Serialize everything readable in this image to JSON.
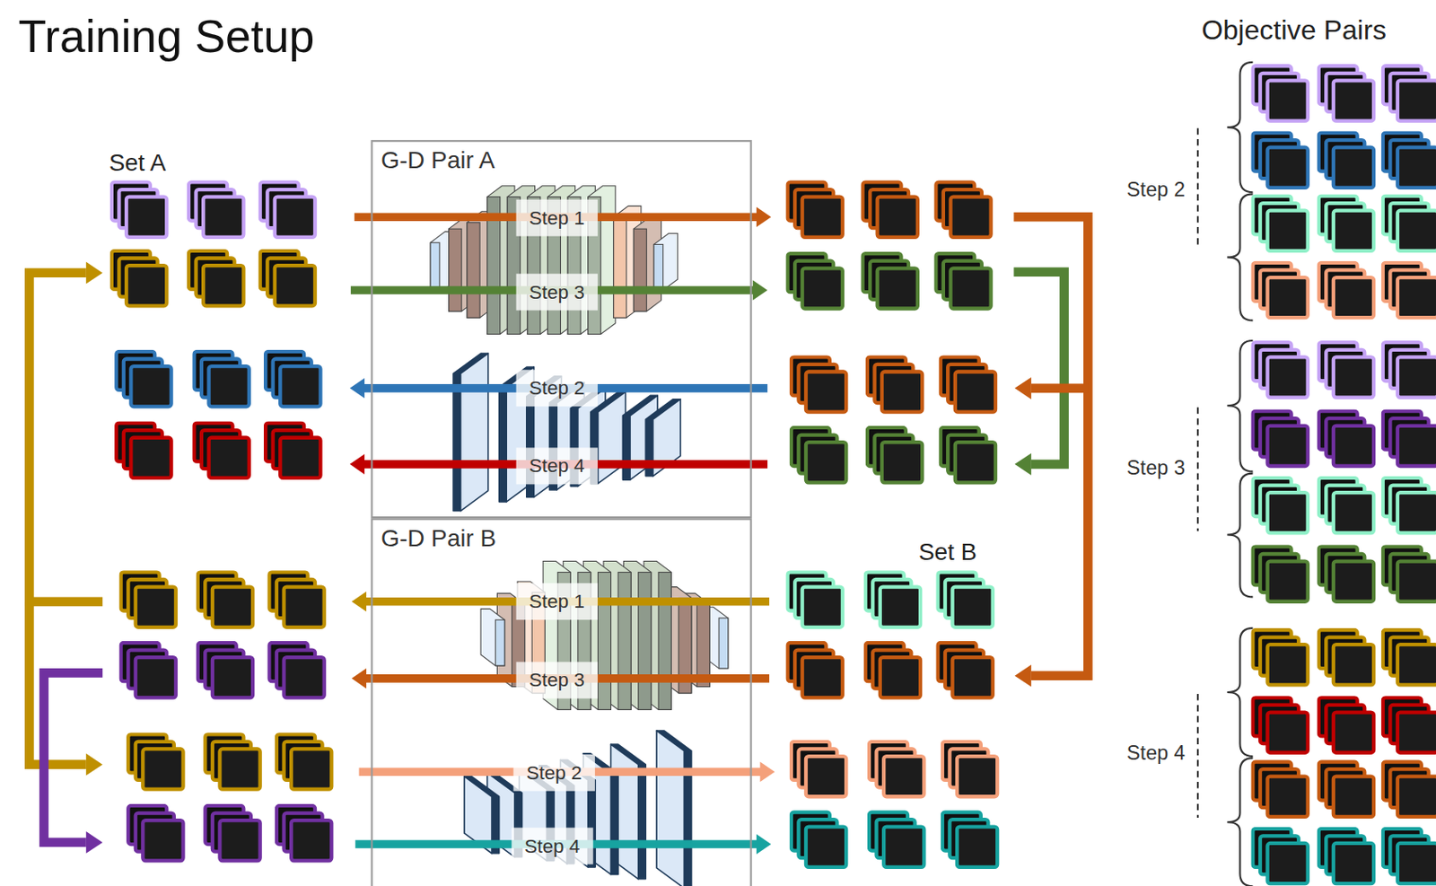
{
  "diagram": {
    "title": "Training Setup",
    "nodes": [
      {
        "text": [
          "G-D Pair A"
        ]
      },
      {
        "text": [
          "G-D Pair B"
        ]
      }
    ],
    "labels": [
      "Set A",
      "Step 1",
      "Step 3",
      "Step 2",
      "Step 4",
      "Step 1",
      "Step 3",
      "Step 2",
      "Step 4",
      "Set B",
      "Objective Pairs",
      "Step 2",
      "Step 3",
      "Step 4"
    ]
  }
}
